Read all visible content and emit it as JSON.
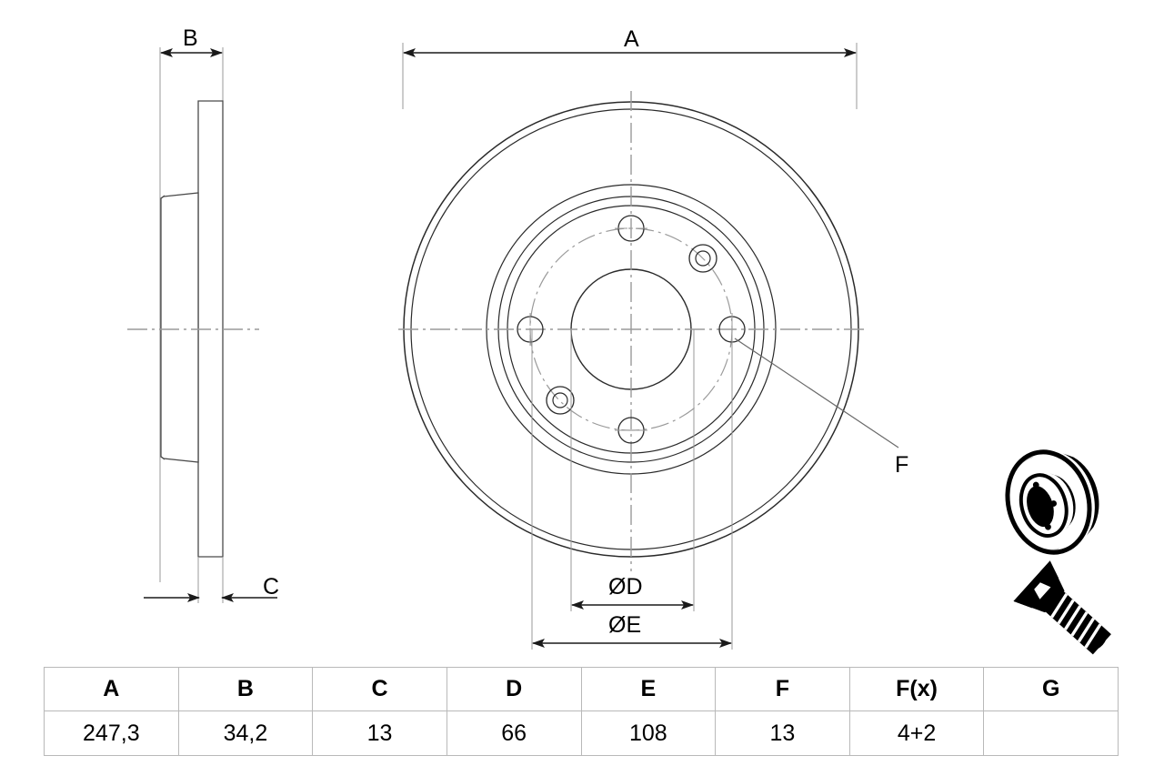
{
  "document": {
    "type": "technical-drawing",
    "subject": "brake-disc"
  },
  "labels": {
    "a": "A",
    "b": "B",
    "c": "C",
    "f": "F",
    "diameter_d": "ØD",
    "diameter_e": "ØE"
  },
  "table": {
    "headers": [
      "A",
      "B",
      "C",
      "D",
      "E",
      "F",
      "F(x)",
      "G"
    ],
    "values": [
      "247,3",
      "34,2",
      "13",
      "66",
      "108",
      "13",
      "4+2",
      ""
    ]
  },
  "colors": {
    "line": "#1a1a1a",
    "centerline": "#9a9a9a",
    "dimension": "#8c8c8c",
    "table_border": "#b9b9b9",
    "photo": "#000000",
    "background": "#ffffff"
  },
  "icons": {
    "disc_photo": "brake-disc-photo",
    "screw_photo": "countersunk-screw-photo"
  },
  "views": {
    "side": "side-section-view",
    "front": "front-view"
  }
}
